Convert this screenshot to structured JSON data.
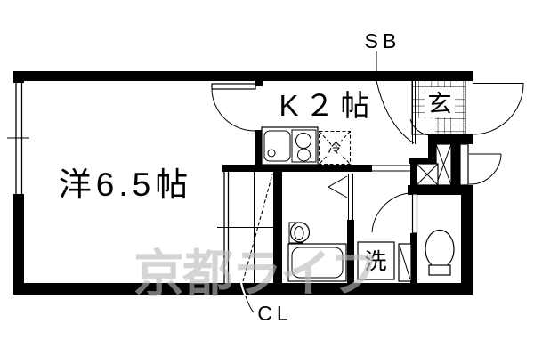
{
  "page": {
    "type": "real-estate floor plan image",
    "background": "#ffffff"
  },
  "labels": {
    "main_room": "洋6.5帖",
    "kitchen": "K２帖",
    "shoe_box": "SB",
    "closet": "CL",
    "entrance": "玄",
    "refrigerator": "冷",
    "washing_machine": "洗"
  },
  "watermark": {
    "text": "京都ライフ",
    "color": "#b9b9b9"
  },
  "colors": {
    "line": "#000000",
    "background": "#ffffff"
  },
  "fixtures": [
    "kitchen-sink",
    "two-burner-stove",
    "refrigerator-space",
    "bathtub",
    "wash-basin",
    "washing-machine-space",
    "water-heater",
    "toilet",
    "entrance-tile-floor",
    "closet-sliding-door",
    "window",
    "door-swing-arcs"
  ]
}
